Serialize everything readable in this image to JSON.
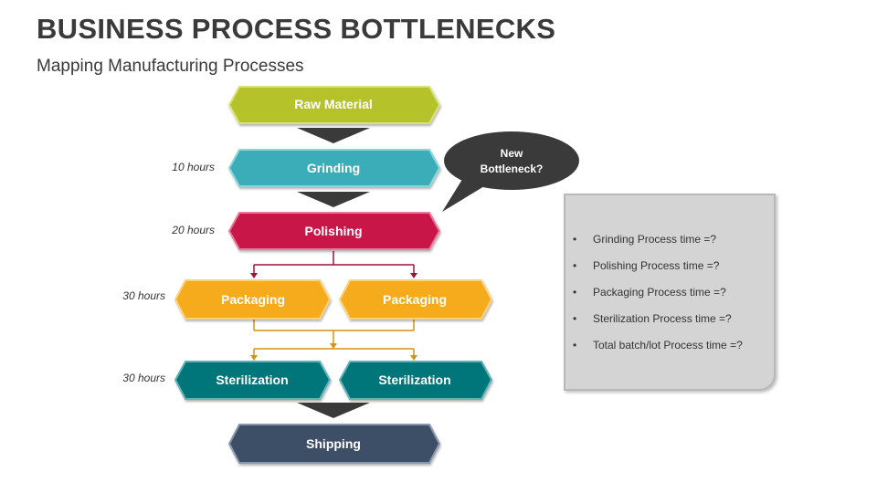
{
  "header": {
    "title": "BUSINESS PROCESS BOTTLENECKS",
    "subtitle": "Mapping Manufacturing Processes"
  },
  "steps": {
    "raw_material": "Raw Material",
    "grinding": "Grinding",
    "polishing": "Polishing",
    "packaging_1": "Packaging",
    "packaging_2": "Packaging",
    "sterilization_1": "Sterilization",
    "sterilization_2": "Sterilization",
    "shipping": "Shipping"
  },
  "times": {
    "grinding": "10 hours",
    "polishing": "20 hours",
    "packaging": "30 hours",
    "sterilization": "30 hours"
  },
  "callout": {
    "line1": "New",
    "line2": "Bottleneck?"
  },
  "panel": {
    "items": [
      "Grinding Process time =?",
      "Polishing Process time =?",
      "Packaging Process time =?",
      "Sterilization Process time =?",
      "Total batch/lot Process time =?"
    ]
  },
  "colors": {
    "raw_material": "#b5c22a",
    "grinding": "#3aadb8",
    "polishing": "#c8174a",
    "packaging": "#f5ab1a",
    "sterilization": "#06767a",
    "shipping": "#3d4f66",
    "callout": "#3a3a3a",
    "polish_connector": "#9e1438",
    "pack_connector": "#d39412"
  }
}
